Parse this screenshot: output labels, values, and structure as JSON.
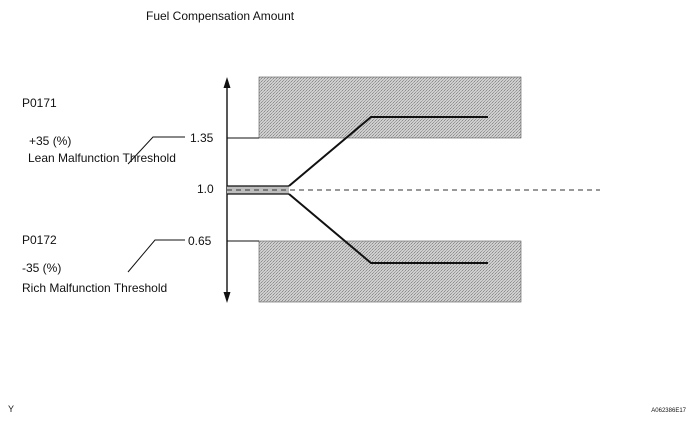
{
  "title": "Fuel Compensation Amount",
  "lean": {
    "code": "P0171",
    "percent": "+35 (%)",
    "threshold_name": "Lean Malfunction Threshold",
    "value_label": "1.35"
  },
  "center": {
    "value_label": "1.0"
  },
  "rich": {
    "code": "P0172",
    "percent": "-35 (%)",
    "threshold_name": "Rich Malfunction Threshold",
    "value_label": "0.65"
  },
  "corner": {
    "left": "Y",
    "right": "A062386E17"
  },
  "colors": {
    "ink": "#111111",
    "shaded_region": "#c8c8c8",
    "hatch": "#9a9a9a"
  }
}
